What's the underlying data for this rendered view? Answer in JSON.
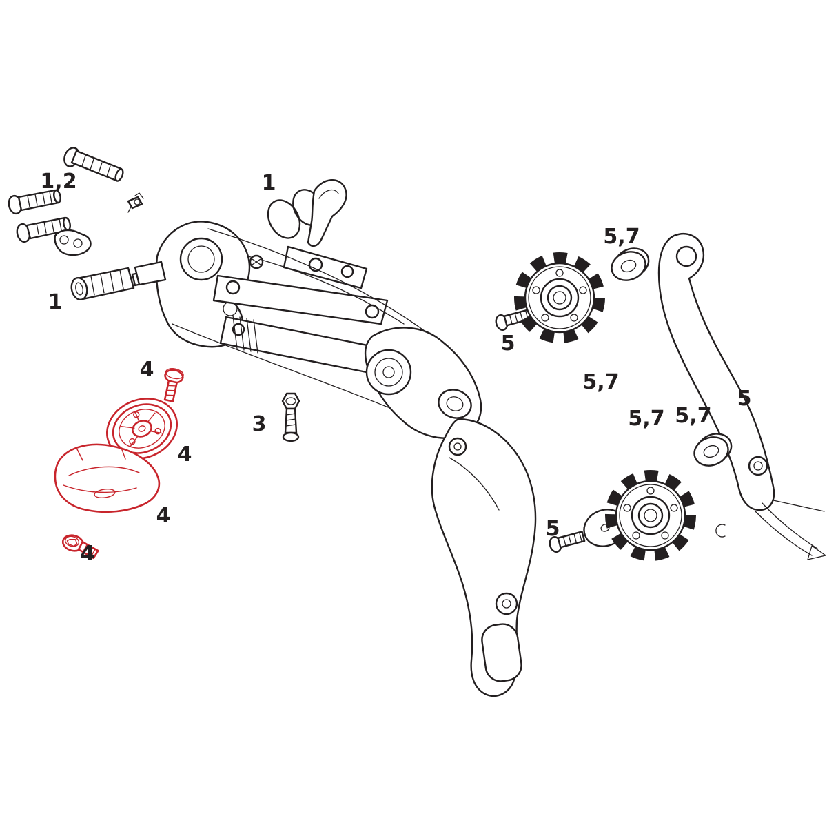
{
  "diagram": {
    "kind": "exploded-parts-diagram",
    "subject": "rear-derailleur",
    "colors": {
      "background": "#ffffff",
      "line": "#231f20",
      "highlight": "#c8252c"
    }
  },
  "callouts": [
    {
      "id": "mounting-bolt-kit",
      "text": "1,2"
    },
    {
      "id": "limit-ring",
      "text": "1"
    },
    {
      "id": "barrel-adjuster",
      "text": "1"
    },
    {
      "id": "cage-lock-bolt",
      "text": "4"
    },
    {
      "id": "cage-lock-disc",
      "text": "4"
    },
    {
      "id": "cage-cover",
      "text": "4"
    },
    {
      "id": "cover-bolt",
      "text": "4"
    },
    {
      "id": "b-adjust-bolt",
      "text": "3"
    },
    {
      "id": "upper-washer",
      "text": "5,7"
    },
    {
      "id": "upper-pulley-bolt",
      "text": "5"
    },
    {
      "id": "upper-pulley",
      "text": "5,7"
    },
    {
      "id": "inner-cage-plate",
      "text": "5"
    },
    {
      "id": "lower-pulley",
      "text": "5,7"
    },
    {
      "id": "lower-washer",
      "text": "5,7"
    },
    {
      "id": "lower-pulley-bolt",
      "text": "5"
    }
  ]
}
